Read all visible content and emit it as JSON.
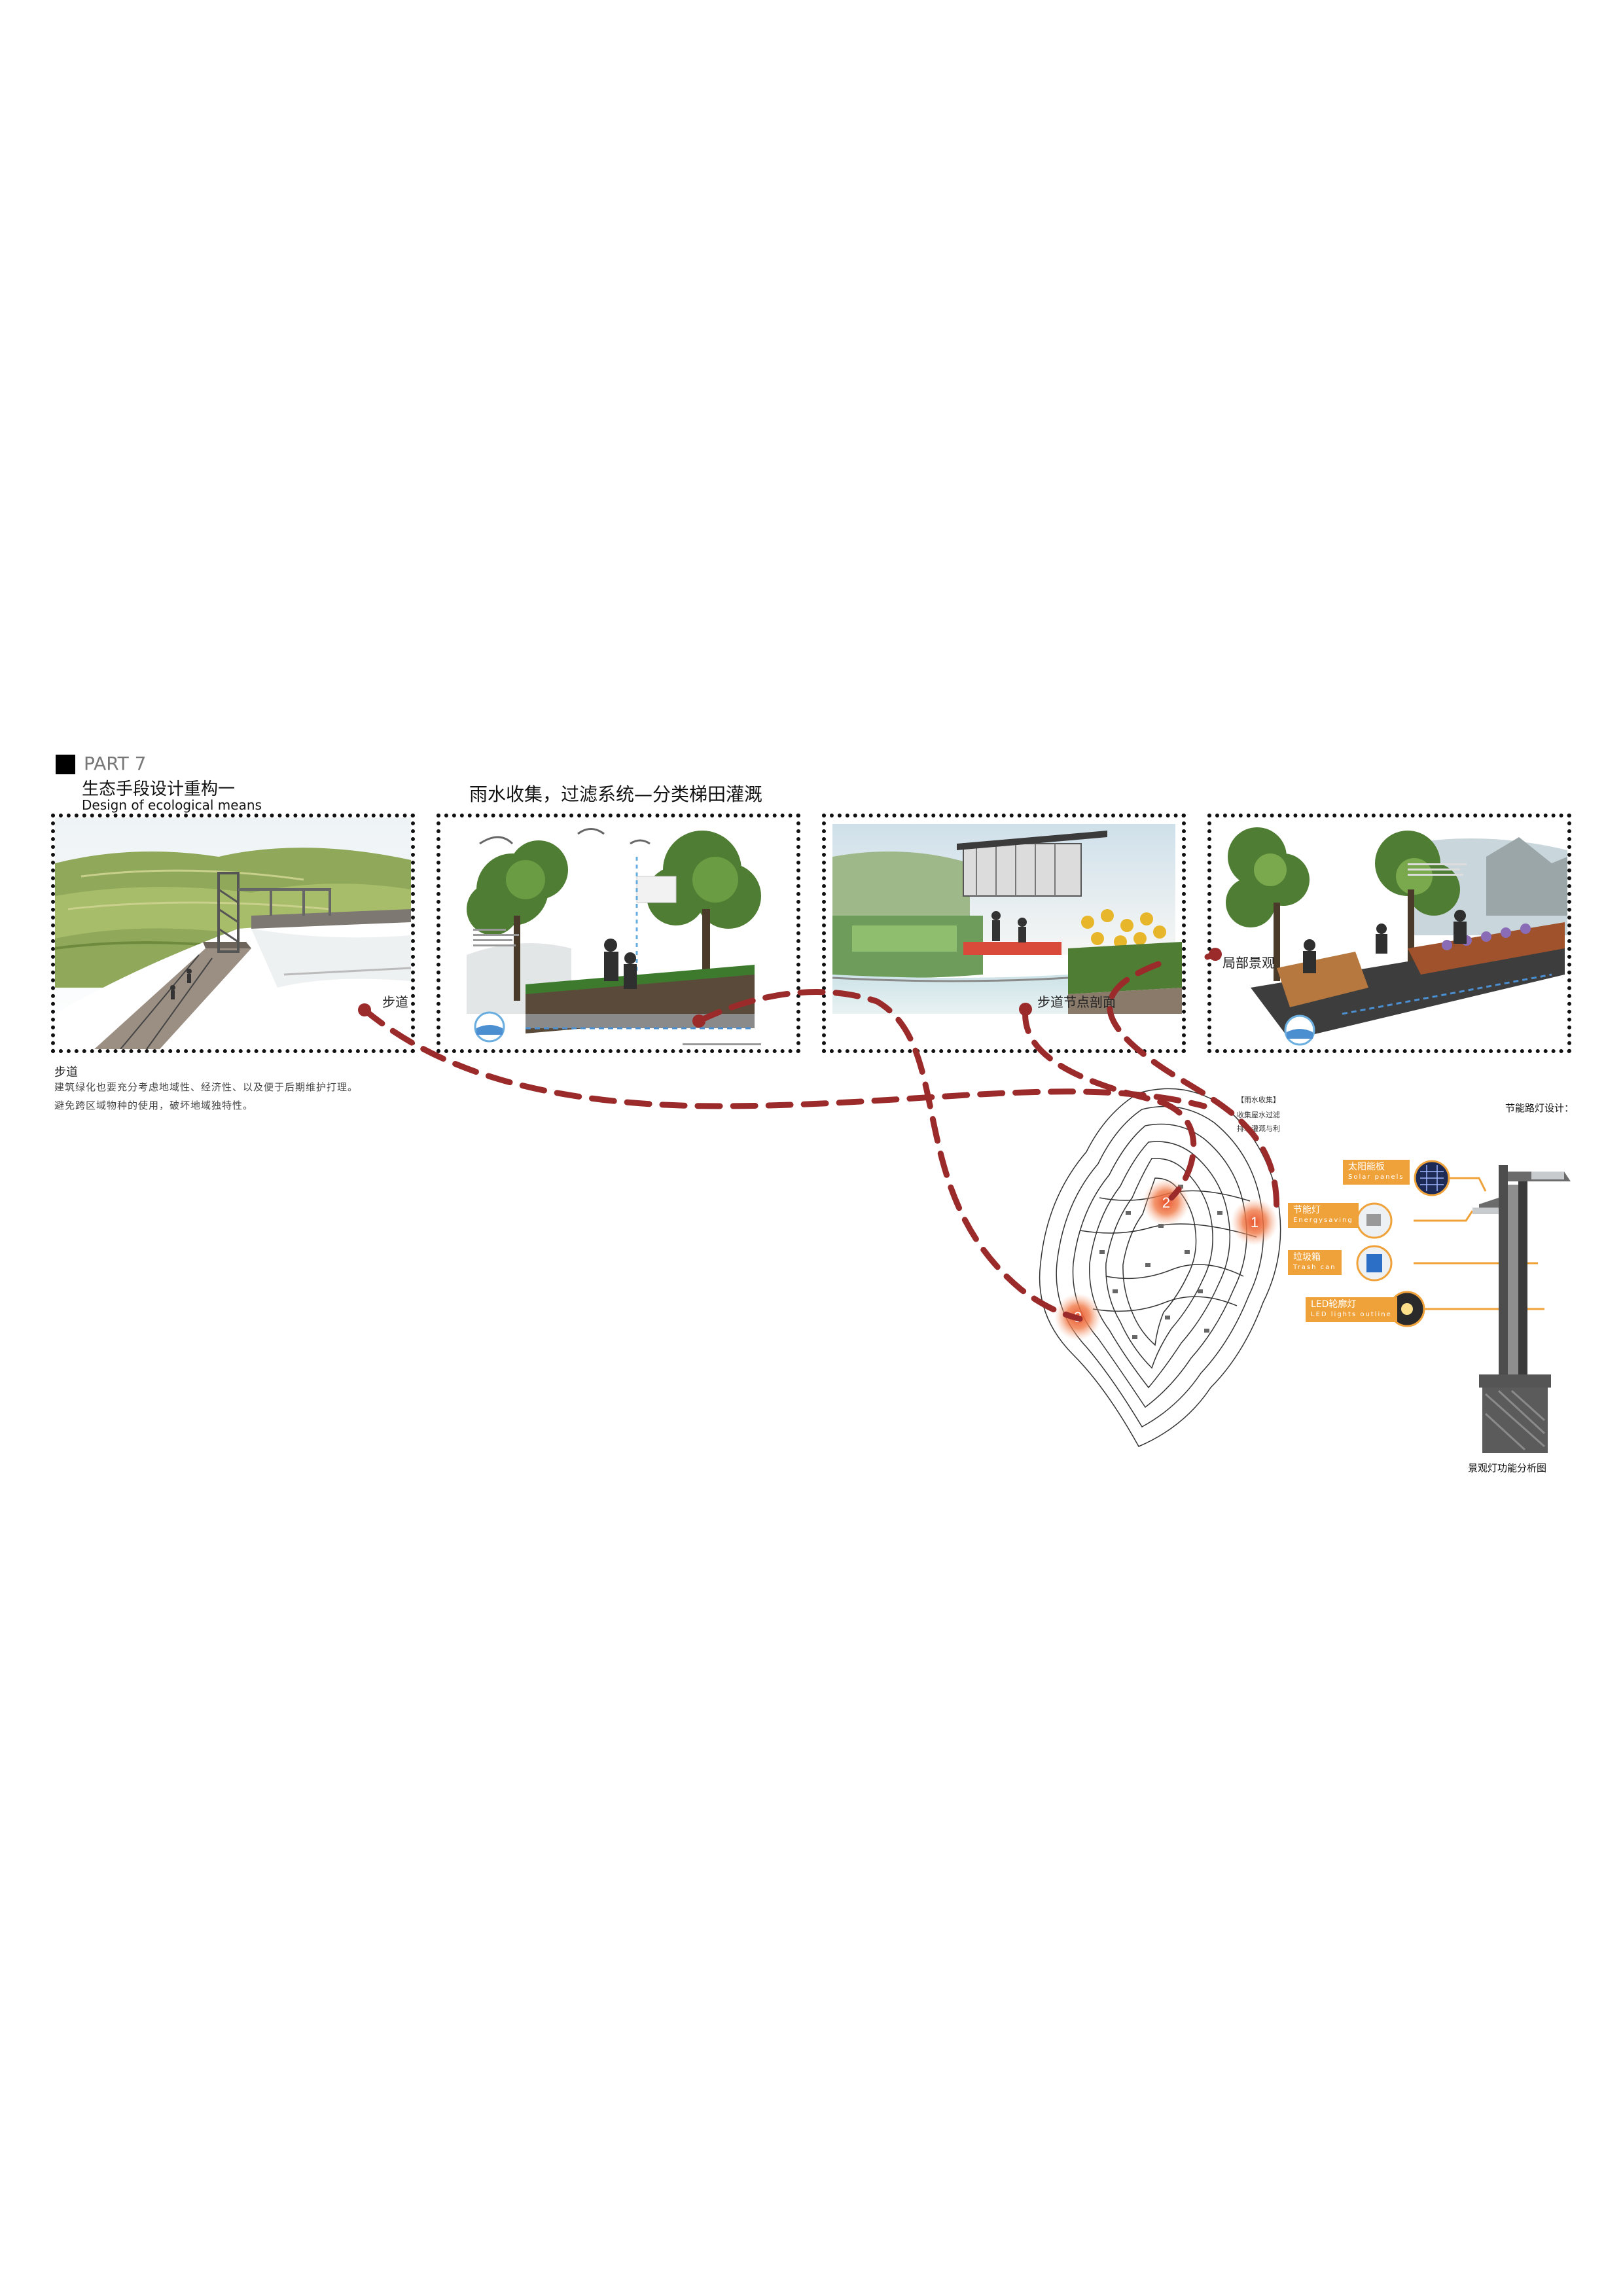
{
  "header": {
    "part_label": "PART 7",
    "title_cn": "生态手段设计重构一",
    "title_en": "Design of ecological means"
  },
  "panel2_heading": "雨水收集，过滤系统—分类梯田灌溉",
  "labels": {
    "walkway": "步道",
    "walkway_section": "步道节点剖面",
    "local_landscape": "局部景观"
  },
  "description": {
    "title": "步道",
    "line1": "建筑绿化也要充分考虑地域性、经济性、以及便于后期维护打理。",
    "line2": "避免跨区域物种的使用，破坏地域独特性。"
  },
  "map": {
    "markers": [
      "1",
      "2",
      "3"
    ],
    "note_lines": [
      "【雨水收集】",
      "收集屋水过滤",
      "排水灌溉与利"
    ]
  },
  "lamp": {
    "heading": "节能路灯设计：",
    "caption": "景观灯功能分析图",
    "tags": [
      {
        "cn": "太阳能板",
        "en": "Solar panels"
      },
      {
        "cn": "节能灯",
        "en": "Energysaving"
      },
      {
        "cn": "垃圾箱",
        "en": "Trash can"
      },
      {
        "cn": "LED轮廓灯",
        "en": "LED lights outline"
      }
    ]
  },
  "colors": {
    "route": "#9b2a2a",
    "accent": "#f0a23a",
    "marker": "#e8532c"
  }
}
